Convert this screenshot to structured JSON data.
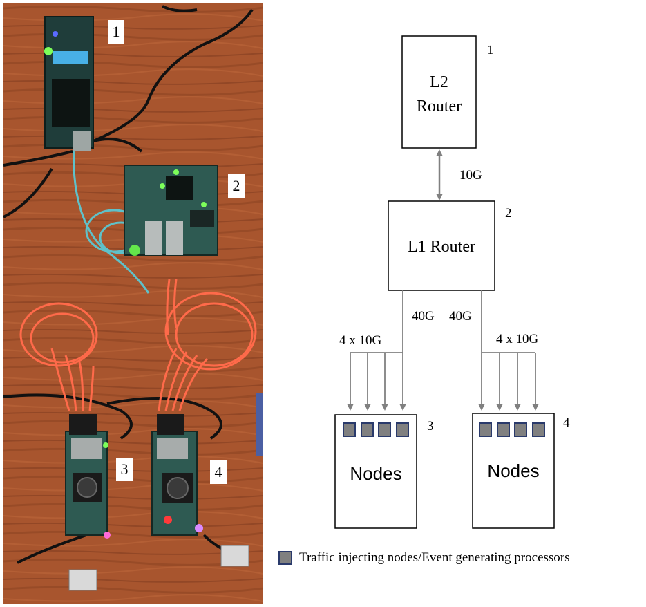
{
  "photo": {
    "labels": [
      "1",
      "2",
      "3",
      "4"
    ]
  },
  "diagram": {
    "l2_router": {
      "line1": "L2",
      "line2": "Router",
      "number": "1"
    },
    "l1_router": {
      "label": "L1 Router",
      "number": "2"
    },
    "uplink_label": "10G",
    "left_trunk_label": "40G",
    "right_trunk_label": "40G",
    "left_fanout_label": "4 x 10G",
    "right_fanout_label": "4 x 10G",
    "left_nodes": {
      "label": "Nodes",
      "number": "3"
    },
    "right_nodes": {
      "label": "Nodes",
      "number": "4"
    }
  },
  "legend": {
    "text": "Traffic injecting nodes/Event generating processors"
  },
  "colors": {
    "wood": "#a8552e",
    "board": "#2e5a52",
    "fiber_orange": "#ff6a4a",
    "fiber_aqua": "#5fc1c9",
    "arrow_gray": "#808080",
    "node_fill": "#808080",
    "node_border": "#2a3a6b"
  }
}
